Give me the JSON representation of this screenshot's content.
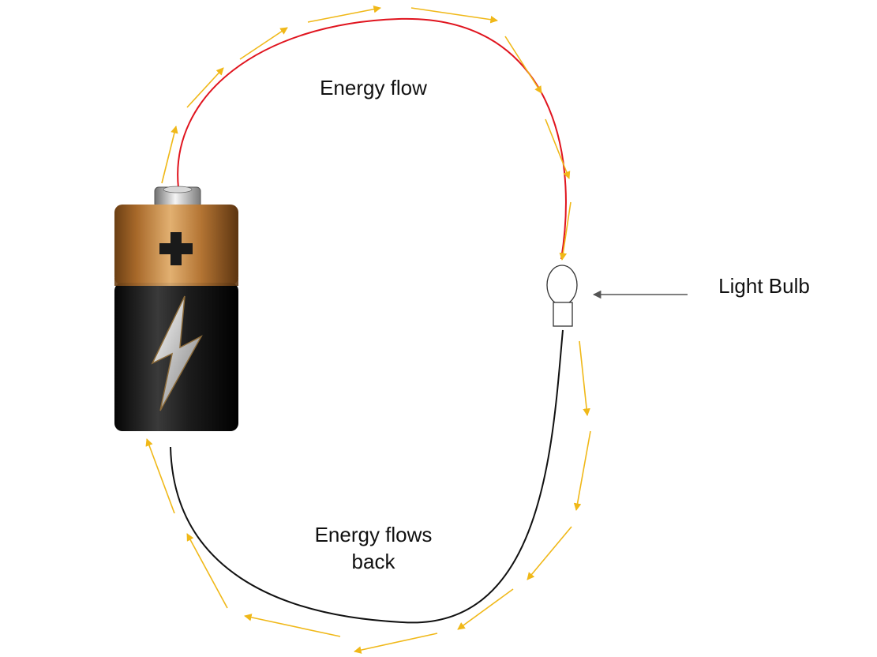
{
  "labels": {
    "energy_flow": "Energy flow",
    "energy_flows_back_line1": "Energy flows",
    "energy_flows_back_line2": "back",
    "light_bulb": "Light Bulb"
  },
  "battery": {
    "symbol": "+",
    "icon": "lightning-bolt-icon"
  },
  "colors": {
    "supply_wire": "#e0141e",
    "return_wire": "#111111",
    "flow_arrows": "#f0b818",
    "pointer_arrow": "#555555",
    "battery_top": "#a8692a",
    "battery_body": "#1a1a1a"
  }
}
